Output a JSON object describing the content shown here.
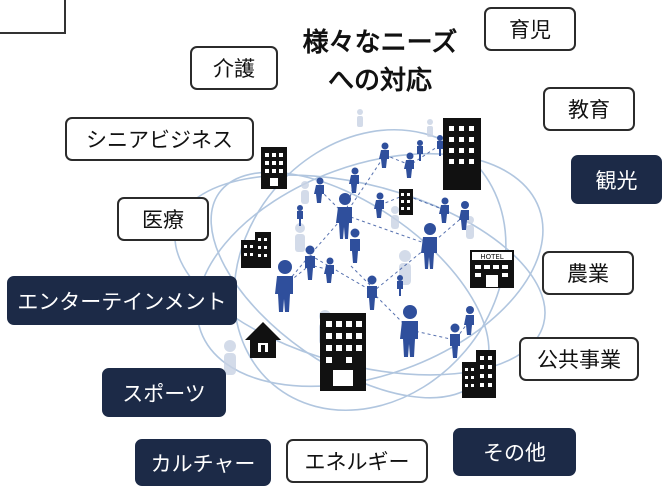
{
  "title": {
    "line1": "様々なニーズ",
    "line2": "への対応"
  },
  "tags": {
    "ikuji": "育児",
    "kaigo": "介護",
    "kyoiku": "教育",
    "senior": "シニアビジネス",
    "kanko": "観光",
    "iryo": "医療",
    "nogyo": "農業",
    "entertainment": "エンターテインメント",
    "kokyo": "公共事業",
    "sports": "スポーツ",
    "sonota": "その他",
    "culture": "カルチャー",
    "energy": "エネルギー"
  },
  "hotel_sign": "HOTEL",
  "colors": {
    "dark_tag": "#1c2a47",
    "person": "#2f4f9c",
    "ring": "#a9c0dc"
  }
}
